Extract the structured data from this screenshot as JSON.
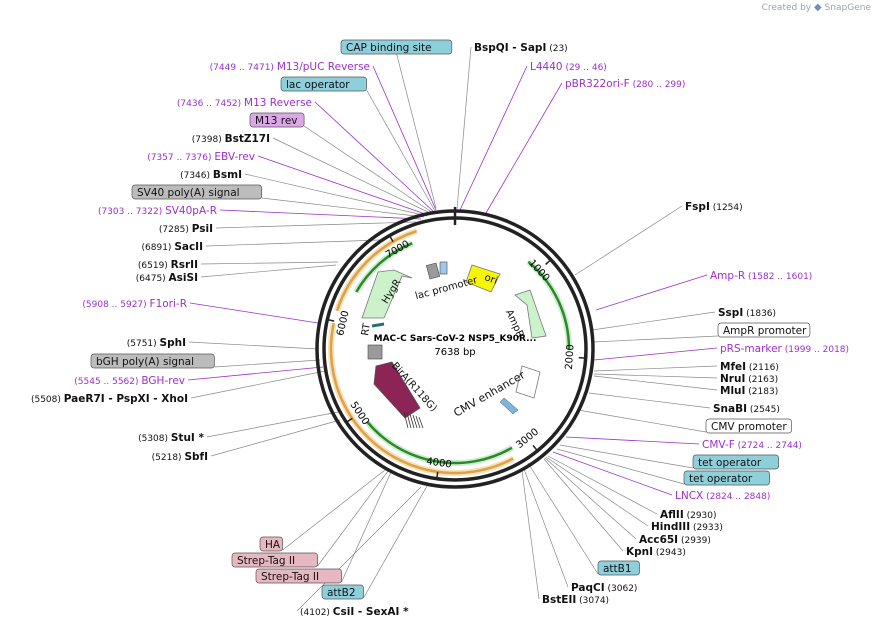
{
  "watermark": {
    "created_by": "Created by",
    "brand": "SnapGene"
  },
  "plasmid": {
    "name": "MAC-C Sars-CoV-2 NSP5_K90R...",
    "size": "7638 bp"
  },
  "colors": {
    "purple_text": "#9b30c8",
    "blue_box": "#8ecfdc",
    "gray_box": "#bcbcbc",
    "pink_box": "#e7b8c1",
    "lilac_box": "#dca7e6",
    "green_feature": "#ccf2cc",
    "green_dark": "#2a8a2a",
    "orange": "#e0a04a",
    "yellow": "#f5f50a",
    "maroon": "#8c2455"
  },
  "ticks": [
    "1000",
    "2000",
    "3000",
    "4000",
    "5000",
    "6000",
    "7000"
  ],
  "features": {
    "ori": "ori",
    "ampr": "AmpR",
    "cmv_enhancer": "CMV enhancer",
    "bira": "BirA(R118G)",
    "hygr": "HygR",
    "lac_promoter": "lac promoter",
    "rt": "RT"
  },
  "labels": [
    {
      "name": "CAP binding site",
      "style": "box-blue"
    },
    {
      "name": "BspQI",
      "sep": "- SapI",
      "pos": "(23)",
      "style": "site"
    },
    {
      "name": "M13/pUC Reverse",
      "pos": "(7449 .. 7471)",
      "style": "purple-left"
    },
    {
      "name": "L4440",
      "pos": "(29 .. 46)",
      "style": "purple-right"
    },
    {
      "name": "lac operator",
      "style": "box-blue"
    },
    {
      "name": "pBR322ori-F",
      "pos": "(280 .. 299)",
      "style": "purple-right"
    },
    {
      "name": "M13 Reverse",
      "pos": "(7436 .. 7452)",
      "style": "purple-left"
    },
    {
      "name": "M13 rev",
      "style": "box-lilac"
    },
    {
      "name": "BstZ17I",
      "pos": "(7398)",
      "style": "site-left"
    },
    {
      "name": "EBV-rev",
      "pos": "(7357 .. 7376)",
      "style": "purple-left"
    },
    {
      "name": "BsmI",
      "pos": "(7346)",
      "style": "site-left"
    },
    {
      "name": "SV40 poly(A) signal",
      "style": "box-gray"
    },
    {
      "name": "FspI",
      "pos": "(1254)",
      "style": "site"
    },
    {
      "name": "SV40pA-R",
      "pos": "(7303 .. 7322)",
      "style": "purple-left"
    },
    {
      "name": "PsiI",
      "pos": "(7285)",
      "style": "site-left"
    },
    {
      "name": "SacII",
      "pos": "(6891)",
      "style": "site-left"
    },
    {
      "name": "RsrII",
      "pos": "(6519)",
      "style": "site-left"
    },
    {
      "name": "AsiSI",
      "pos": "(6475)",
      "style": "site-left"
    },
    {
      "name": "Amp-R",
      "pos": "(1582 .. 1601)",
      "style": "purple-right"
    },
    {
      "name": "F1ori-R",
      "pos": "(5908 .. 5927)",
      "style": "purple-left"
    },
    {
      "name": "SspI",
      "pos": "(1836)",
      "style": "site"
    },
    {
      "name": "AmpR promoter",
      "style": "box-white"
    },
    {
      "name": "SphI",
      "pos": "(5751)",
      "style": "site-left"
    },
    {
      "name": "pRS-marker",
      "pos": "(1999 .. 2018)",
      "style": "purple-right"
    },
    {
      "name": "bGH poly(A) signal",
      "style": "box-gray"
    },
    {
      "name": "MfeI",
      "pos": "(2116)",
      "style": "site"
    },
    {
      "name": "NruI",
      "pos": "(2163)",
      "style": "site"
    },
    {
      "name": "MluI",
      "pos": "(2183)",
      "style": "site"
    },
    {
      "name": "BGH-rev",
      "pos": "(5545 .. 5562)",
      "style": "purple-left"
    },
    {
      "name": "PaeR7I",
      "sep": "- PspXI - XhoI",
      "pos": "(5508)",
      "style": "site-left"
    },
    {
      "name": "SnaBI",
      "pos": "(2545)",
      "style": "site"
    },
    {
      "name": "CMV promoter",
      "style": "box-white"
    },
    {
      "name": "StuI *",
      "pos": "(5308)",
      "style": "site-left"
    },
    {
      "name": "CMV-F",
      "pos": "(2724 .. 2744)",
      "style": "purple-right"
    },
    {
      "name": "SbfI",
      "pos": "(5218)",
      "style": "site-left"
    },
    {
      "name": "tet operator",
      "style": "box-blue"
    },
    {
      "name": "tet operator",
      "style": "box-blue"
    },
    {
      "name": "LNCX",
      "pos": "(2824 .. 2848)",
      "style": "purple-right"
    },
    {
      "name": "AflII",
      "pos": "(2930)",
      "style": "site"
    },
    {
      "name": "HindIII",
      "pos": "(2933)",
      "style": "site"
    },
    {
      "name": "Acc65I",
      "pos": "(2939)",
      "style": "site"
    },
    {
      "name": "KpnI",
      "pos": "(2943)",
      "style": "site"
    },
    {
      "name": "HA",
      "style": "box-pink"
    },
    {
      "name": "Strep-Tag II",
      "style": "box-pink"
    },
    {
      "name": "Strep-Tag II",
      "style": "box-pink"
    },
    {
      "name": "attB1",
      "style": "box-blue"
    },
    {
      "name": "PaqCI",
      "pos": "(3062)",
      "style": "site"
    },
    {
      "name": "BstEII",
      "pos": "(3074)",
      "style": "site"
    },
    {
      "name": "attB2",
      "style": "box-blue"
    },
    {
      "name": "CsiI",
      "sep": "- SexAI *",
      "pos": "(4102)",
      "style": "site-left"
    }
  ]
}
